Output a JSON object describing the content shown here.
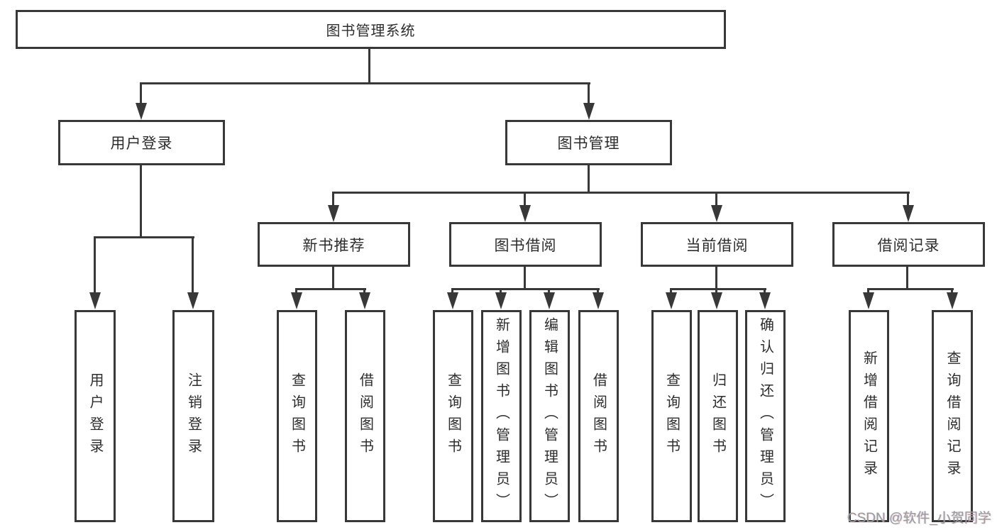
{
  "diagram_type": "hierarchy-tree",
  "tree": {
    "root": {
      "label": "图书管理系统",
      "children": [
        {
          "label": "用户登录",
          "children": [
            {
              "label": "用户登录"
            },
            {
              "label": "注销登录"
            }
          ]
        },
        {
          "label": "图书管理",
          "children": [
            {
              "label": "新书推荐",
              "children": [
                {
                  "label": "查询图书"
                },
                {
                  "label": "借阅图书"
                }
              ]
            },
            {
              "label": "图书借阅",
              "children": [
                {
                  "label": "查询图书"
                },
                {
                  "label": "新增图书（管理员）"
                },
                {
                  "label": "编辑图书（管理员）"
                },
                {
                  "label": "借阅图书"
                }
              ]
            },
            {
              "label": "当前借阅",
              "children": [
                {
                  "label": "查询图书"
                },
                {
                  "label": "归还图书"
                },
                {
                  "label": "确认归还（管理员）"
                }
              ]
            },
            {
              "label": "借阅记录",
              "children": [
                {
                  "label": "新增借阅记录"
                },
                {
                  "label": "查询借阅记录"
                }
              ]
            }
          ]
        }
      ]
    }
  },
  "watermark": {
    "text": "CSDN @软件_小贺同学"
  },
  "colors": {
    "line": "#383838",
    "text": "#2d2d2d",
    "watermark": "#9b9b9b",
    "background": "#ffffff"
  }
}
